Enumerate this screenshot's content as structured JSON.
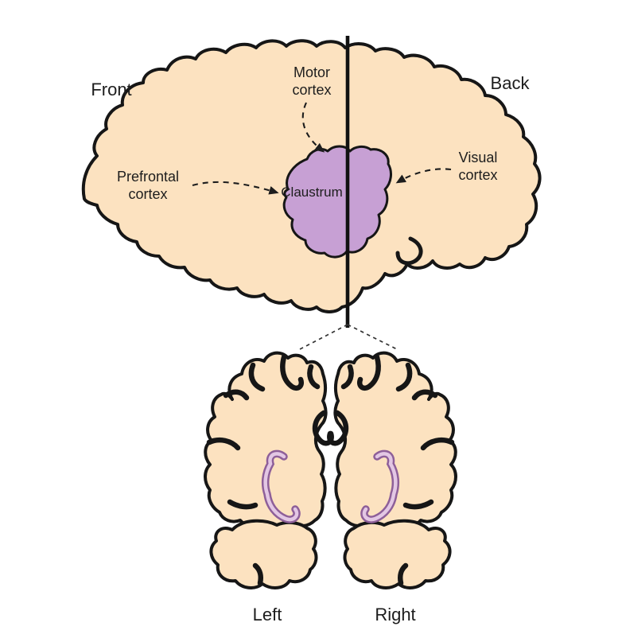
{
  "lateral_view": {
    "front_label": "Front",
    "back_label": "Back",
    "motor_cortex": {
      "line1": "Motor",
      "line2": "cortex"
    },
    "prefrontal_cortex": {
      "line1": "Prefrontal",
      "line2": "cortex"
    },
    "visual_cortex": {
      "line1": "Visual",
      "line2": "cortex"
    },
    "claustrum_label": "Claustrum"
  },
  "coronal_view": {
    "left_label": "Left",
    "right_label": "Right"
  },
  "colors": {
    "background": "#ffffff",
    "brain_fill": "#fce2c0",
    "outline": "#161616",
    "claustrum_fill": "#c7a0d4",
    "coronal_claustrum_fill": "#e3c7e4",
    "coronal_claustrum_stroke": "#8e5f99",
    "text": "#1d1d1d"
  }
}
